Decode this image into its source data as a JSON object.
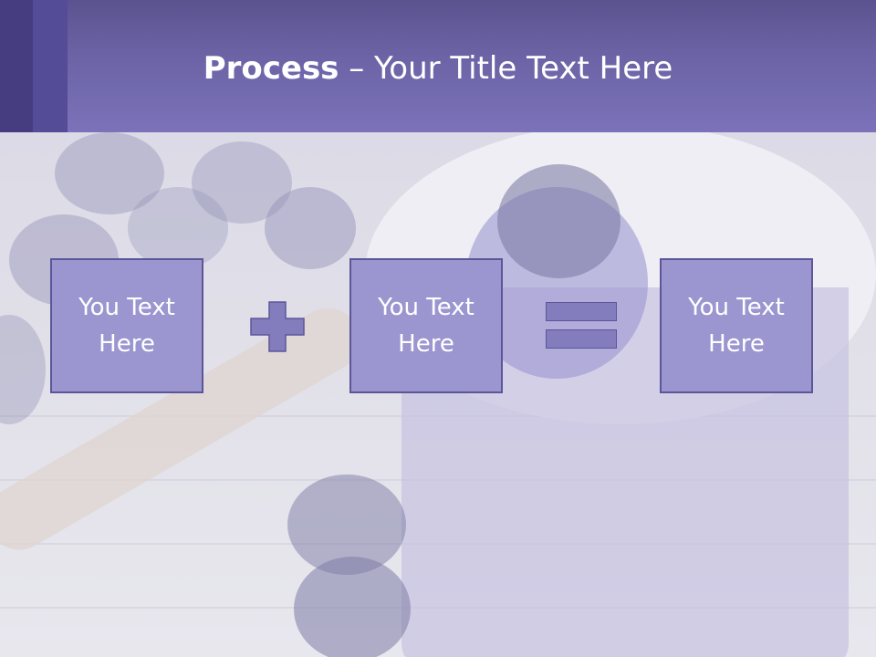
{
  "title": {
    "bold": "Process",
    "rest": " – Your Title Text Here"
  },
  "boxes": [
    {
      "label": "You Text Here"
    },
    {
      "label": "You Text Here"
    },
    {
      "label": "You Text Here"
    }
  ],
  "operators": {
    "first": "plus-icon",
    "second": "equals-icon"
  },
  "colors": {
    "title_bar": "#6c64a6",
    "box_fill": "#9b96cf",
    "box_border": "#5c5699",
    "text": "#ffffff"
  }
}
